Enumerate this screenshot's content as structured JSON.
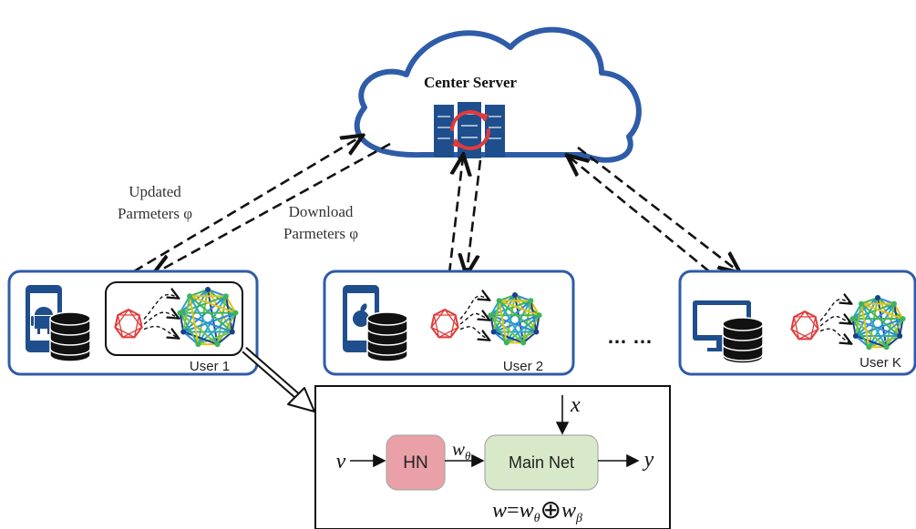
{
  "cloud": {
    "title": "Center Server"
  },
  "annotations": {
    "updated_line1": "Updated",
    "updated_line2": "Parmeters φ",
    "download_line1": "Download",
    "download_line2": "Parmeters φ",
    "ellipsis": "… …"
  },
  "users": [
    {
      "label": "User 1",
      "device": "android-phone-icon"
    },
    {
      "label": "User 2",
      "device": "apple-phone-icon"
    },
    {
      "label": "User K",
      "device": "desktop-monitor-icon"
    }
  ],
  "detail": {
    "input_v": "v",
    "input_x": "x",
    "hn_label": "HN",
    "w_theta": "w",
    "w_theta_sub": "θ",
    "main_label": "Main Net",
    "output_y": "y",
    "eq_w": "w",
    "eq_eq": "=",
    "eq_w1": "w",
    "eq_w1_sub": "θ",
    "eq_op": "⊕",
    "eq_w2": "w",
    "eq_w2_sub": "β"
  },
  "colors": {
    "cloud_stroke": "#2f5ca8",
    "box_stroke": "#2f5ca8",
    "server_fill": "#1f4e8c",
    "sync_ring": "#e03b3b",
    "hn_fill": "#e9a0a6",
    "main_fill": "#d7e9c8"
  }
}
